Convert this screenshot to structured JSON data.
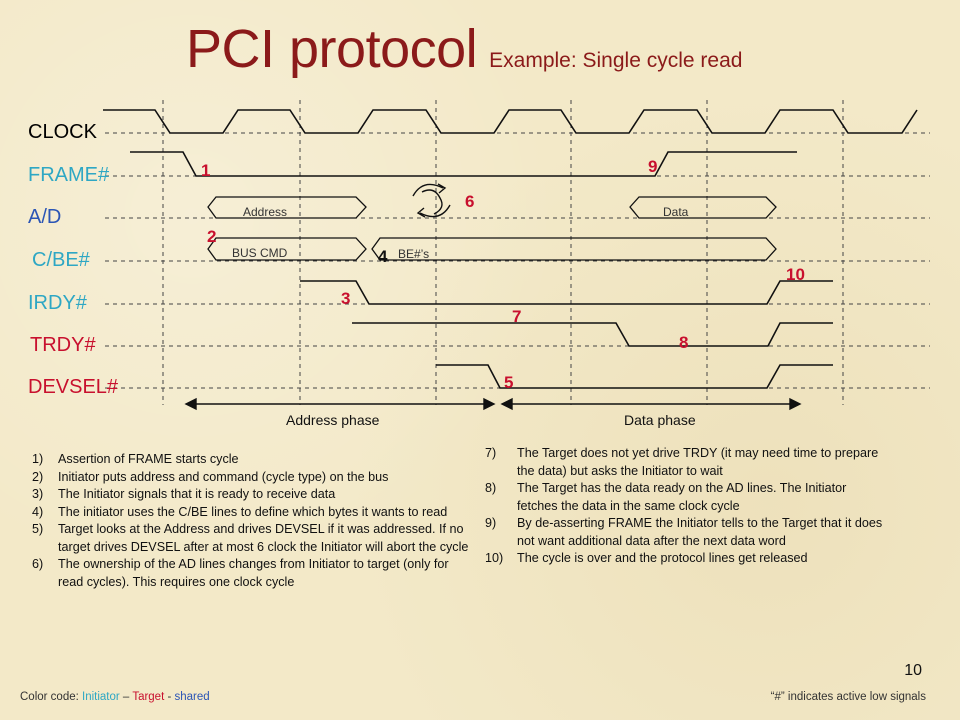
{
  "title": "PCI protocol",
  "subtitle": "Example: Single cycle read",
  "signals": [
    {
      "name": "CLOCK",
      "color": "#111111"
    },
    {
      "name": "FRAME#",
      "color": "#2ea7c4"
    },
    {
      "name": "A/D",
      "color": "#2b55b5"
    },
    {
      "name": "C/BE#",
      "color": "#2ea7c4"
    },
    {
      "name": "IRDY#",
      "color": "#2ea7c4"
    },
    {
      "name": "TRDY#",
      "color": "#c8102e"
    },
    {
      "name": "DEVSEL#",
      "color": "#c8102e"
    }
  ],
  "bus_labels": {
    "address": "Address",
    "data": "Data",
    "bus_cmd": "BUS CMD",
    "bes": "BE#’s"
  },
  "markers": [
    "1",
    "2",
    "3",
    "4",
    "5",
    "6",
    "7",
    "8",
    "9",
    "10"
  ],
  "phases": {
    "address": "Address phase",
    "data": "Data phase"
  },
  "notes_left": [
    {
      "n": "1)",
      "text": "Assertion of FRAME starts cycle"
    },
    {
      "n": "2)",
      "text": "Initiator puts address and command (cycle type) on the bus"
    },
    {
      "n": "3)",
      "text": "The Initiator signals that it is ready to receive data"
    },
    {
      "n": "4)",
      "text": "The initiator uses the C/BE lines to define which bytes it wants to read"
    },
    {
      "n": "5)",
      "text": "Target looks at the Address and drives DEVSEL if it was addressed. If no target drives DEVSEL after at most 6 clock the Initiator will abort the cycle"
    },
    {
      "n": "6)",
      "text": "The ownership of the AD lines changes from Initiator to target (only for read cycles). This requires one clock cycle"
    }
  ],
  "notes_right": [
    {
      "n": "7)",
      "text": "The Target does not yet drive TRDY (it may need time to prepare the data) but asks the Initiator to wait"
    },
    {
      "n": "8)",
      "text": "The Target has the data ready on the AD lines. The Initiator fetches the data in the same clock cycle"
    },
    {
      "n": "9)",
      "text": "By de-asserting FRAME the Initiator tells to the Target that it does not want additional data after the next data word"
    },
    {
      "n": "10)",
      "text": "The cycle is over and the protocol lines get released"
    }
  ],
  "page_number": "10",
  "footer": {
    "prefix": "Color code:",
    "initiator": "Initiator",
    "sep1": " – ",
    "target": "Target",
    "sep2": " - ",
    "shared": "shared",
    "right": "“#” indicates active low signals"
  },
  "colors": {
    "initiator": "#2ea7c4",
    "target": "#c8102e",
    "shared": "#2b55b5",
    "title": "#8b1a1a"
  }
}
